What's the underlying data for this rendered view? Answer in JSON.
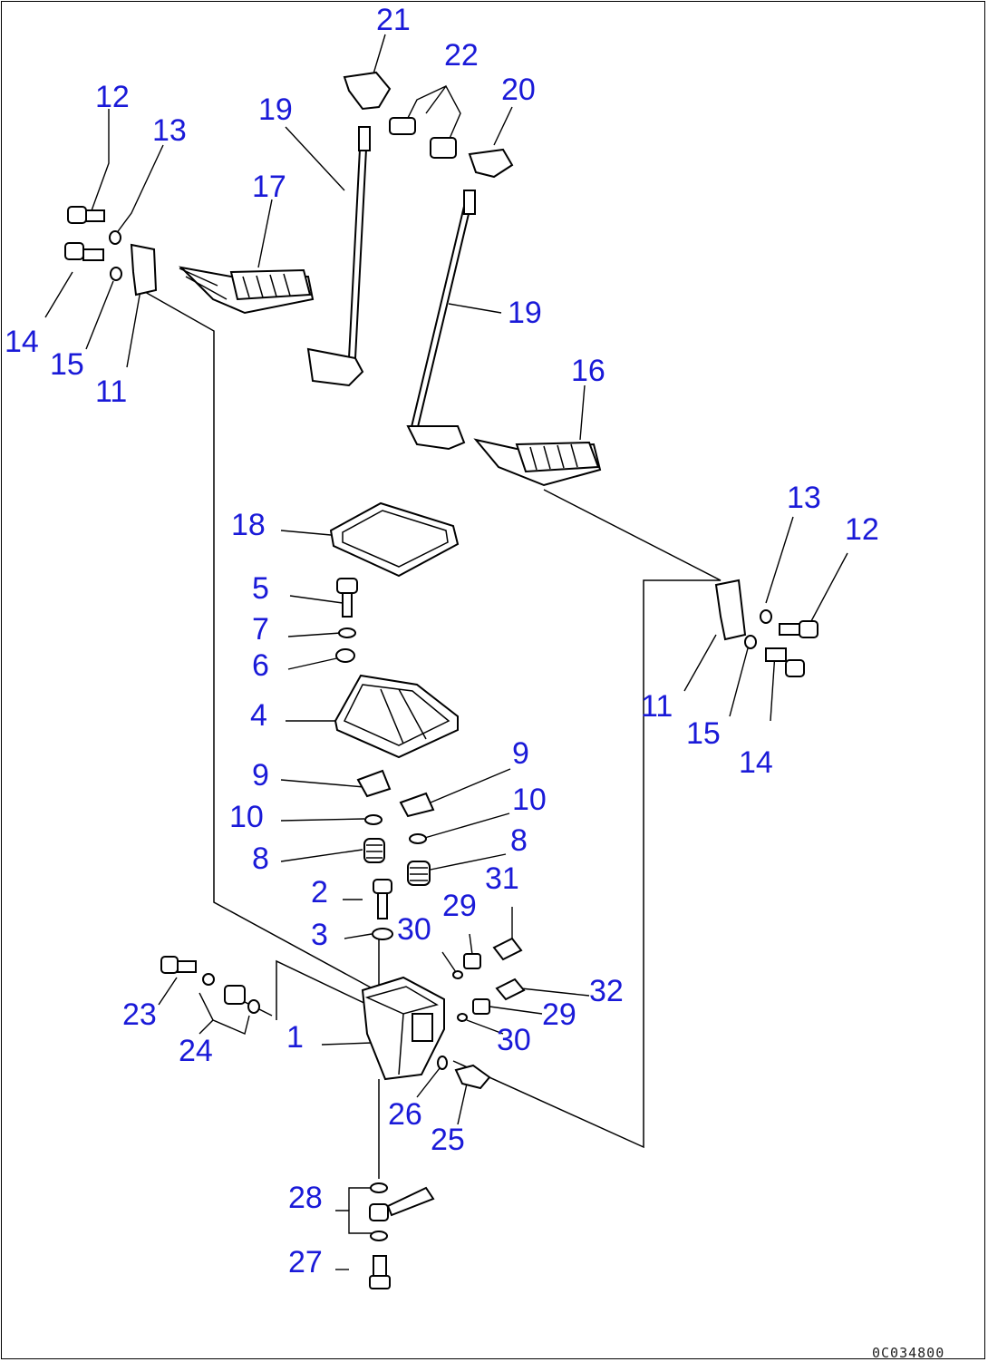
{
  "labels": {
    "l1": "1",
    "l2": "2",
    "l3": "3",
    "l4": "4",
    "l5": "5",
    "l6": "6",
    "l7": "7",
    "l8a": "8",
    "l8b": "8",
    "l9a": "9",
    "l9b": "9",
    "l10a": "10",
    "l10b": "10",
    "l11a": "11",
    "l11b": "11",
    "l12a": "12",
    "l12b": "12",
    "l13a": "13",
    "l13b": "13",
    "l14a": "14",
    "l14b": "14",
    "l15a": "15",
    "l15b": "15",
    "l16": "16",
    "l17": "17",
    "l18": "18",
    "l19a": "19",
    "l19b": "19",
    "l20": "20",
    "l21": "21",
    "l22": "22",
    "l23": "23",
    "l24": "24",
    "l25": "25",
    "l26": "26",
    "l27": "27",
    "l28": "28",
    "l29a": "29",
    "l29b": "29",
    "l30a": "30",
    "l30b": "30",
    "l31": "31",
    "l32": "32"
  },
  "figure_code": "0C034800",
  "colors": {
    "label": "#1a1ad8",
    "line": "#000000",
    "background": "#ffffff"
  }
}
